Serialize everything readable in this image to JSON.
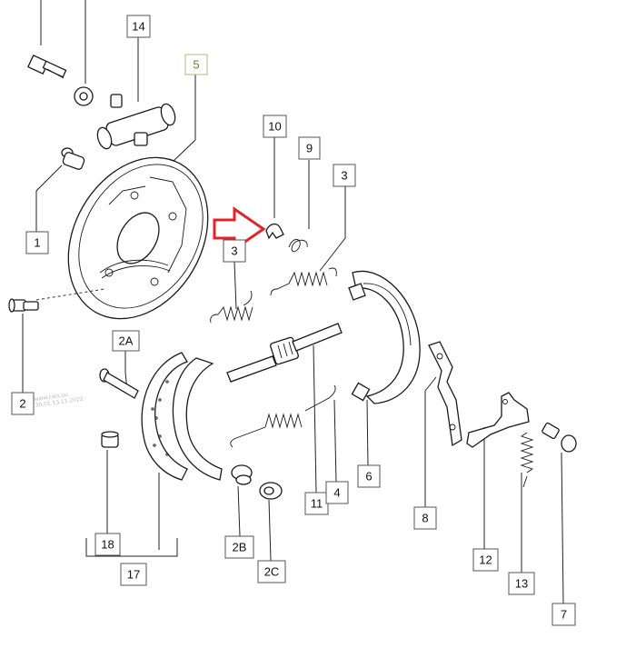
{
  "diagram": {
    "callouts": [
      {
        "id": "c14",
        "label": "14",
        "highlight": false
      },
      {
        "id": "c5",
        "label": "5",
        "highlight": true
      },
      {
        "id": "c1",
        "label": "1",
        "highlight": false
      },
      {
        "id": "c10",
        "label": "10",
        "highlight": false
      },
      {
        "id": "c9",
        "label": "9",
        "highlight": false
      },
      {
        "id": "c3a",
        "label": "3",
        "highlight": false
      },
      {
        "id": "c3b",
        "label": "3",
        "highlight": false
      },
      {
        "id": "c2A",
        "label": "2A",
        "highlight": false
      },
      {
        "id": "c2",
        "label": "2",
        "highlight": false
      },
      {
        "id": "c6",
        "label": "6",
        "highlight": false
      },
      {
        "id": "c11",
        "label": "11",
        "highlight": false
      },
      {
        "id": "c4",
        "label": "4",
        "highlight": false
      },
      {
        "id": "c8",
        "label": "8",
        "highlight": false
      },
      {
        "id": "c18",
        "label": "18",
        "highlight": false
      },
      {
        "id": "c17",
        "label": "17",
        "highlight": false
      },
      {
        "id": "c2B",
        "label": "2B",
        "highlight": false
      },
      {
        "id": "c2C",
        "label": "2C",
        "highlight": false
      },
      {
        "id": "c12",
        "label": "12",
        "highlight": false
      },
      {
        "id": "c13",
        "label": "13",
        "highlight": false
      },
      {
        "id": "c7",
        "label": "7",
        "highlight": false
      }
    ],
    "watermark": [
      "www.cats.su",
      "30.01.13.11.2022"
    ],
    "colors": {
      "arrow": "#e0252a",
      "highlight_text": "#7a7a3a",
      "highlight_border": "#b8b87a",
      "line": "#222222"
    }
  }
}
